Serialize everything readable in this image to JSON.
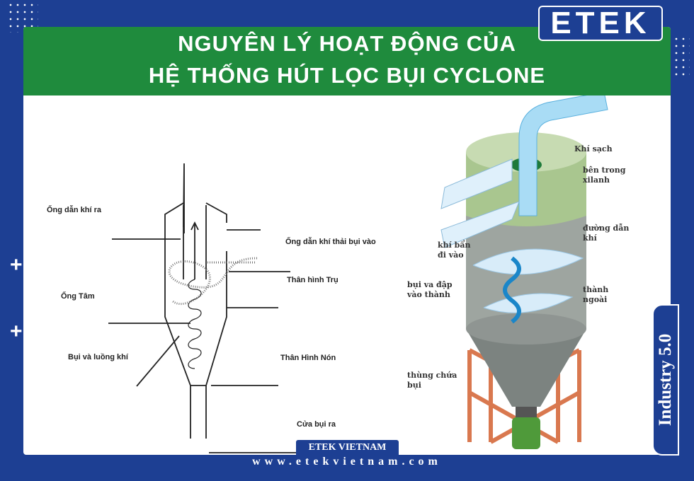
{
  "brand": {
    "logo": "ETEK",
    "badge": "ETEK VIETNAM",
    "url": "www.etekvietnam.com",
    "side_label": "Industry 5.0"
  },
  "header": {
    "line1": "NGUYÊN LÝ HOẠT ĐỘNG CỦA",
    "line2": "HỆ THỐNG HÚT LỌC BỤI CYCLONE"
  },
  "left_diagram": {
    "labels": [
      "Ống dẫn khí ra",
      "Ống dẫn khí thải bụi vào",
      "Thân hình Trụ",
      "Ống Tâm",
      "Bụi và luồng khí",
      "Thân Hình Nón",
      "Cửa bụi ra"
    ]
  },
  "right_diagram": {
    "labels": [
      "Khí sạch",
      "bên trong xilanh",
      "đường dẫn khí",
      "khí bẩn đi vào",
      "bụi va đập vào thành",
      "thành ngoài",
      "thùng chứa bụi"
    ]
  },
  "colors": {
    "background": "#1d3f93",
    "header": "#1f8b3d"
  }
}
